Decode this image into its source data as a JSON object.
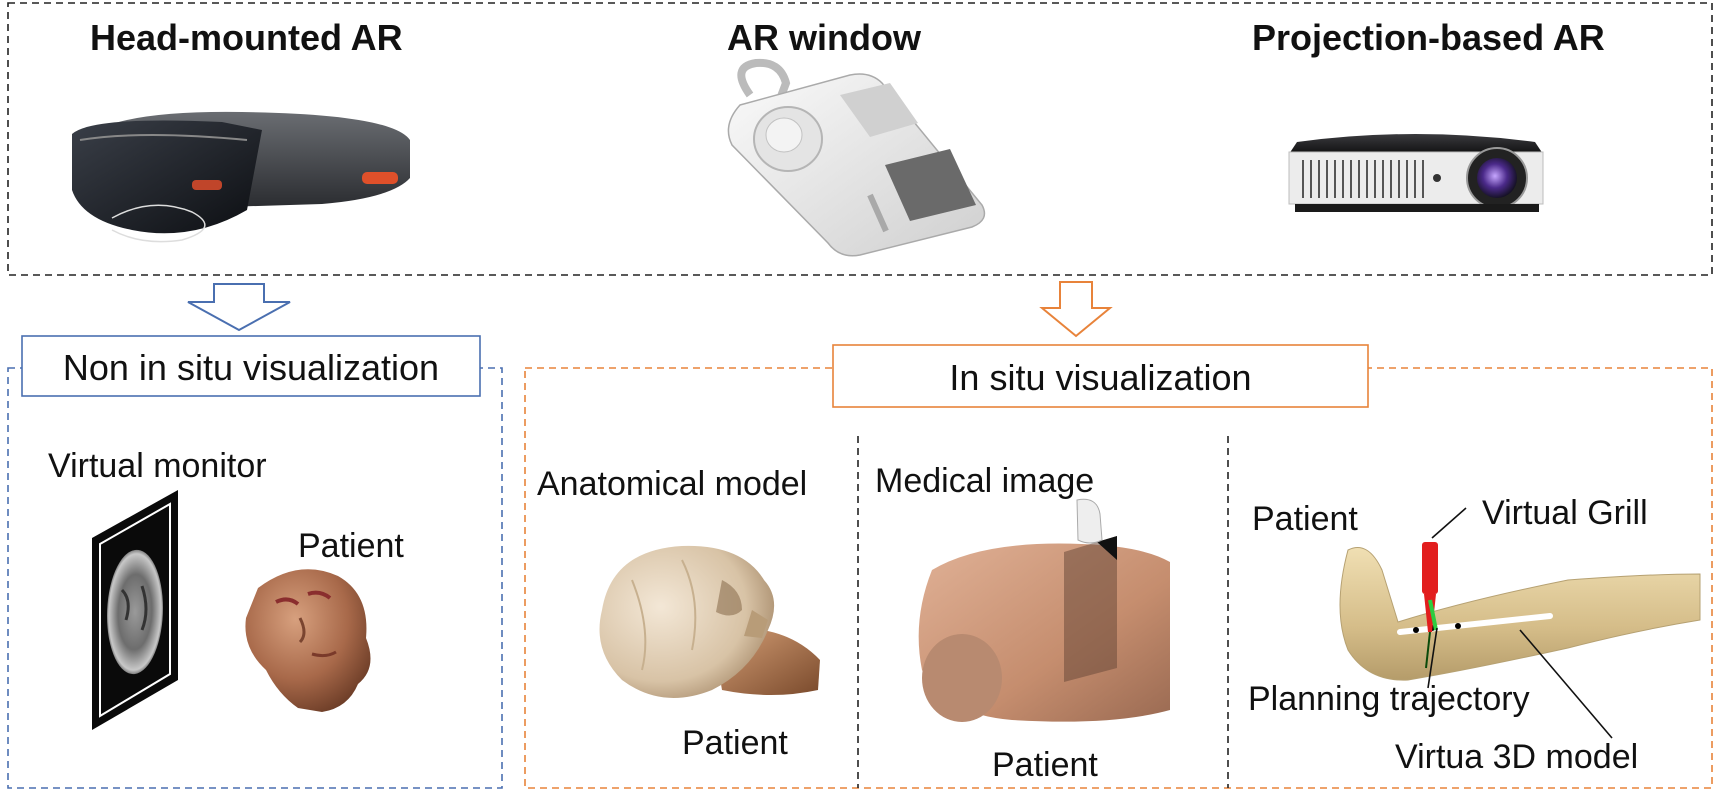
{
  "top": {
    "devices": [
      {
        "title": "Head-mounted AR",
        "icon": "ar-headset-icon"
      },
      {
        "title": "AR window",
        "icon": "ar-window-device-icon"
      },
      {
        "title": "Projection-based AR",
        "icon": "projector-icon"
      }
    ]
  },
  "non_in_situ": {
    "label": "Non in situ visualization",
    "virtual_monitor": "Virtual monitor",
    "patient": "Patient"
  },
  "in_situ": {
    "label": "In situ visualization",
    "panels": {
      "anatomical": {
        "title": "Anatomical model",
        "patient": "Patient"
      },
      "medical_image": {
        "title": "Medical image",
        "patient": "Patient"
      },
      "drill": {
        "patient": "Patient",
        "virtual_grill": "Virtual Grill",
        "planning_trajectory": "Planning trajectory",
        "virtual_3d_model": "Virtua 3D model"
      }
    }
  },
  "colors": {
    "blue": "#4a6fb0",
    "orange": "#e8833a",
    "black_dash": "#222222"
  }
}
